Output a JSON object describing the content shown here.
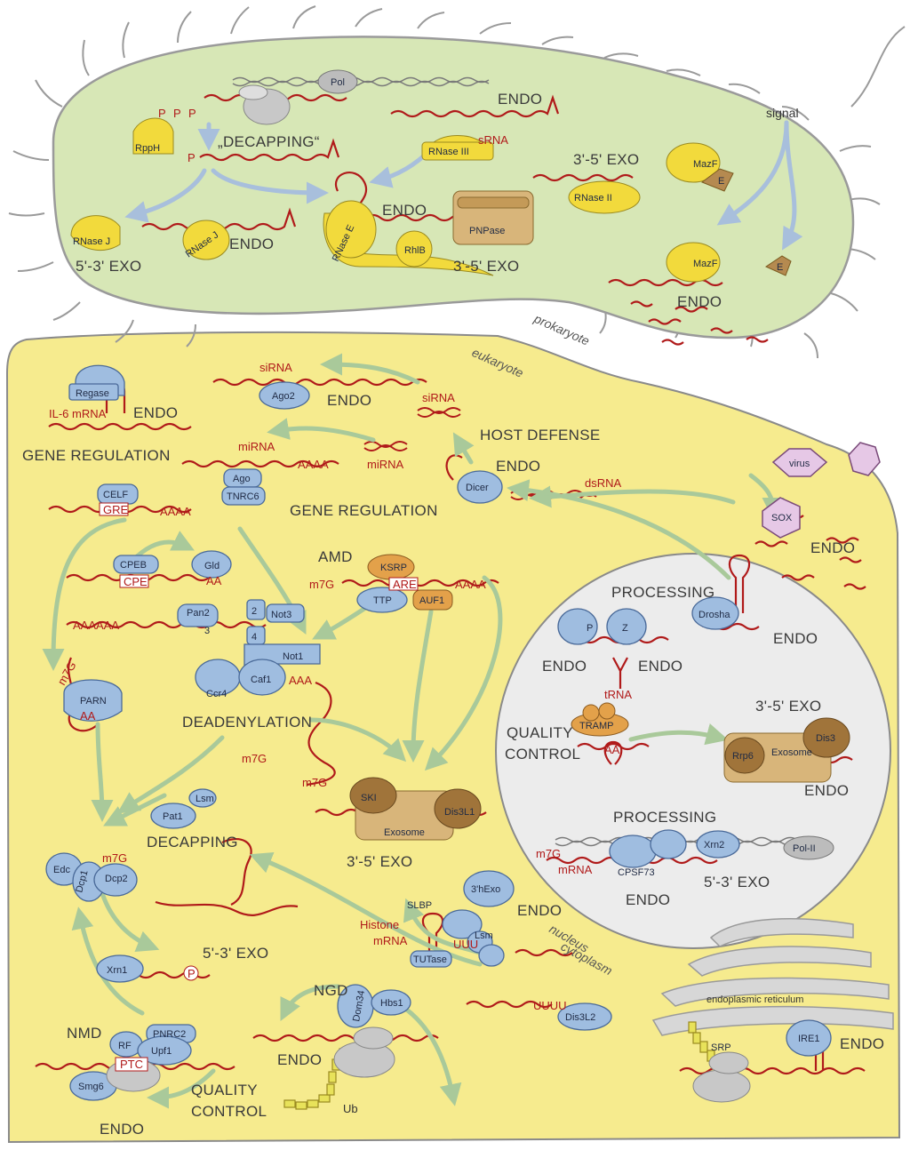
{
  "colors": {
    "prokaryote_fill": "#d7e7b6",
    "eukaryote_fill": "#f6eb8e",
    "nucleus_fill": "#ececec",
    "rna": "#b01a1a",
    "arrow": "#a9c99a",
    "arrow_blue": "#a8bfdc",
    "blue_protein": "#9fbde0",
    "yellow_protein": "#f2da3c",
    "brown_protein": "#a0743a",
    "tan_protein": "#d8b57a"
  },
  "compartments": {
    "prokaryote": "prokaryote",
    "eukaryote": "eukaryote",
    "nucleus": "nucleus",
    "cytoplasm": "cytoplasm",
    "er": "endoplasmic reticulum"
  },
  "prokaryote": {
    "pol": "Pol",
    "ppp1": "P",
    "ppp2": "P",
    "ppp3": "P",
    "p_mid": "P",
    "decapping": "„DECAPPING“",
    "rpph": "RppH",
    "rnase_j1": "RNase J",
    "rnase_j2": "RNase J",
    "exo53": "5'-3' EXO",
    "endo_j": "ENDO",
    "endo_top": "ENDO",
    "srna": "sRNA",
    "rnase3": "RNase III",
    "endo_e": "ENDO",
    "rnase_e": "RNase E",
    "rhlb": "RhlB",
    "pnpase": "PNPase",
    "exo35_a": "3'-5' EXO",
    "exo35_b": "3'-5' EXO",
    "rnase2": "RNase II",
    "signal": "signal",
    "mazf1": "MazF",
    "mazf2": "MazF",
    "e1": "E",
    "e2": "E",
    "endo_mazf": "ENDO"
  },
  "eukaryote": {
    "regase": "Regase",
    "il6": "IL-6 mRNA",
    "endo_regase": "ENDO",
    "sirna_top": "siRNA",
    "ago2": "Ago2",
    "endo_ago2": "ENDO",
    "sirna_mid": "siRNA",
    "host_defense": "HOST DEFENSE",
    "gene_reg1": "GENE REGULATION",
    "mirna1": "miRNA",
    "aaaa1": "AAAA",
    "mirna2": "miRNA",
    "ago": "Ago",
    "tnrc6": "TNRC6",
    "dicer": "Dicer",
    "endo_dicer": "ENDO",
    "dsrna": "dsRNA",
    "virus": "virus",
    "sox": "SOX",
    "endo_sox": "ENDO",
    "celf": "CELF",
    "gre": "GRE",
    "aaaa2": "AAAA",
    "gene_reg2": "GENE REGULATION",
    "cpeb": "CPEB",
    "gld": "Gld",
    "cpe": "CPE",
    "aa1": "AA",
    "amd": "AMD",
    "ksrp": "KSRP",
    "m7g_are": "m7G",
    "are": "ARE",
    "aaaa3": "AAAA",
    "ttp": "TTP",
    "auf1": "AUF1",
    "aaaaaa": "AAAAAA",
    "pan2": "Pan2",
    "pan3": "3",
    "not2": "2",
    "not3": "Not3",
    "not4": "4",
    "not1": "Not1",
    "ccr4": "Ccr4",
    "caf1": "Caf1",
    "aaa": "AAA",
    "m7g_parn": "m7G",
    "parn": "PARN",
    "aa_parn": "AA",
    "deadenylation": "DEADENYLATION",
    "m7g_dead": "m7G",
    "lsm1": "Lsm",
    "pat1": "Pat1",
    "decapping": "DECAPPING",
    "m7g_dcp": "m7G",
    "edc": "Edc",
    "dcp1": "Dcp1",
    "dcp2": "Dcp2",
    "m7g_ski": "m7G",
    "ski": "SKI",
    "dis3l1": "Dis3L1",
    "exosome1": "Exosome",
    "exo35_cyto": "3'-5' EXO",
    "slbp": "SLBP",
    "hexo": "3'hExo",
    "endo_hist": "ENDO",
    "histone": "Histone",
    "histone_mrna": "mRNA",
    "uuu": "UUU",
    "lsm2": "Lsm",
    "tutase": "TUTase",
    "exo53_cyto": "5'-3' EXO",
    "xrn1": "Xrn1",
    "p_xrn1": "P",
    "ngd": "NGD",
    "dom34": "Dom34",
    "hbs1": "Hbs1",
    "endo_ngd": "ENDO",
    "ub": "Ub",
    "uuuu": "UUUU",
    "dis3l2": "Dis3L2",
    "nmd": "NMD",
    "pnrc2": "PNRC2",
    "rf": "RF",
    "upf1": "Upf1",
    "ptc": "PTC",
    "smg6": "Smg6",
    "quality_control": "QUALITY\nCONTROL",
    "qc1": "QUALITY",
    "qc2": "CONTROL",
    "endo_nmd": "ENDO",
    "srp": "SRP",
    "ire1": "IRE1",
    "endo_ire1": "ENDO"
  },
  "nucleus": {
    "processing1": "PROCESSING",
    "p": "P",
    "z": "Z",
    "endo_p": "ENDO",
    "endo_z": "ENDO",
    "trna": "tRNA",
    "drosha": "Drosha",
    "endo_drosha": "ENDO",
    "exo35": "3'-5' EXO",
    "qc1": "QUALITY",
    "qc2": "CONTROL",
    "tramp": "TRAMP",
    "aa": "AA",
    "rrp6": "Rrp6",
    "exosome": "Exosome",
    "dis3": "Dis3",
    "endo_dis3": "ENDO",
    "processing2": "PROCESSING",
    "m7g": "m7G",
    "mrna": "mRNA",
    "cpsf73": "CPSF73",
    "endo_cpsf": "ENDO",
    "xrn2": "Xrn2",
    "pol2": "Pol-II",
    "exo53": "5'-3' EXO"
  }
}
